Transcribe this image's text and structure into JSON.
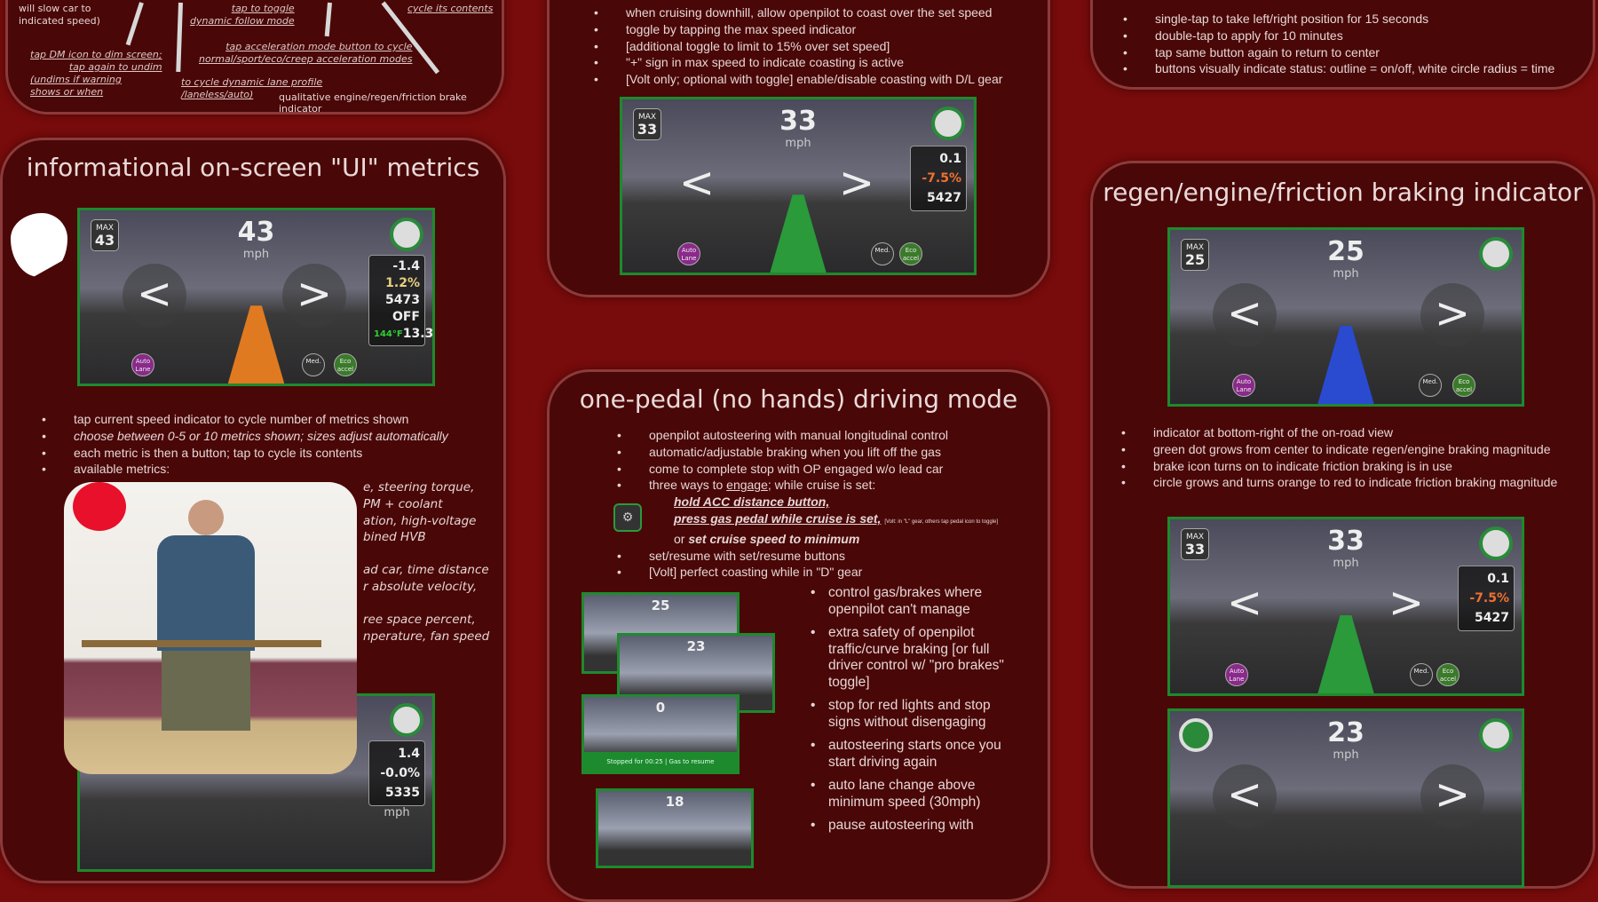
{
  "top_left": {
    "intro": [
      "will slow car to",
      "indicated speed)"
    ],
    "ann_toggle": [
      "tap to toggle",
      "dynamic follow mode"
    ],
    "ann_cycle": "cycle its contents",
    "ann_dm": [
      "tap DM icon to dim screen;",
      "tap again to undim",
      "(undims if warning",
      "shows or when"
    ],
    "ann_accel": [
      "tap acceleration mode button to cycle",
      "normal/sport/eco/creep acceleration modes"
    ],
    "ann_lane": [
      "to cycle dynamic lane profile",
      "/laneless/auto)"
    ],
    "caption": "qualitative engine/regen/friction brake indicator"
  },
  "metrics_panel": {
    "title": "informational on-screen \"UI\" metrics",
    "screen": {
      "max_label": "MAX",
      "max": "43",
      "speed": "43",
      "unit": "mph",
      "metrics": [
        "-1.4",
        "1.2%",
        "5473",
        "OFF",
        "144°F",
        "13.3"
      ],
      "auto_lane": "Auto Lane",
      "med": "Med.",
      "eco": "Eco accel"
    },
    "bullets": [
      "tap current speed indicator to cycle number of metrics shown",
      "choose between 0-5 or 10 metrics shown; sizes adjust automatically",
      "each metric is then a button; tap to cycle its contents",
      "available metrics:"
    ],
    "sub": [
      "e, steering torque,",
      "PM + coolant",
      "ation, high-voltage",
      "bined HVB",
      "ad car, time distance",
      "r absolute velocity,",
      "ree space percent,",
      "nperature, fan speed"
    ],
    "screen2": {
      "unit": "mph",
      "metrics": [
        "1.4",
        "-0.0%",
        "5335"
      ]
    }
  },
  "coast_panel": {
    "bullets": [
      "when cruising downhill, allow openpilot to coast over the set speed",
      "toggle by tapping the max speed indicator",
      "[additional toggle to limit to 15% over set speed]",
      "\"+\" sign in max speed to indicate coasting is active",
      "[Volt only; optional with toggle] enable/disable coasting with D/L gear"
    ],
    "screen": {
      "max_label": "MAX",
      "max": "33",
      "speed": "33",
      "unit": "mph",
      "metrics": [
        "0.1",
        "-7.5%",
        "5427"
      ],
      "auto_lane": "Auto Lane",
      "med": "Med.",
      "eco": "Eco accel"
    }
  },
  "one_pedal": {
    "title": "one-pedal (no hands) driving mode",
    "bullets": [
      "openpilot autosteering with manual longitudinal control",
      "automatic/adjustable braking when you lift off the gas",
      "come to complete stop with OP engaged w/o lead car"
    ],
    "engage_pre": "three ways to ",
    "engage_link": "engage",
    "engage_post": "; while cruise is set:",
    "way1": "hold ACC distance button,",
    "way2": "press gas pedal while cruise is set,",
    "way2_note": "[Volt: in \"L\" gear, others tap pedal icon to toggle]",
    "way3_pre": "or ",
    "way3": "set cruise speed to minimum",
    "bullets2": [
      "set/resume with set/resume buttons",
      "[Volt] perfect coasting while in \"D\" gear"
    ],
    "minis": [
      "25",
      "23",
      "0",
      "18"
    ],
    "stopped": "Stopped for 00:25 | Gas to resume",
    "right_bullets": [
      "control gas/brakes where openpilot can't manage",
      "extra safety of openpilot traffic/curve braking [or full driver control w/ \"pro brakes\" toggle]",
      "stop for red lights and stop signs without disengaging",
      "autosteering starts once you start driving again",
      "auto lane change above minimum speed (30mph)",
      "pause autosteering with"
    ]
  },
  "lane_pos": {
    "bullets": [
      "single-tap to take left/right position for 15 seconds",
      "double-tap to apply for 10 minutes",
      "tap same button again to return to center",
      "buttons visually indicate status: outline = on/off, white circle radius = time"
    ]
  },
  "braking": {
    "title": "regen/engine/friction braking indicator",
    "screen": {
      "max_label": "MAX",
      "max": "25",
      "speed": "25",
      "unit": "mph",
      "auto_lane": "Auto Lane",
      "med": "Med.",
      "eco": "Eco accel"
    },
    "bullets": [
      "indicator at bottom-right of the on-road view",
      "green dot grows from center to indicate regen/engine braking magnitude",
      "brake icon turns on to indicate friction braking is in use",
      "circle grows and turns orange to red to indicate friction braking magnitude"
    ],
    "screen2": {
      "max_label": "MAX",
      "max": "33",
      "speed": "33",
      "unit": "mph",
      "metrics": [
        "0.1",
        "-7.5%",
        "5427"
      ],
      "auto_lane": "Auto Lane",
      "med": "Med.",
      "eco": "Eco accel"
    },
    "screen3": {
      "speed": "23",
      "unit": "mph"
    }
  }
}
